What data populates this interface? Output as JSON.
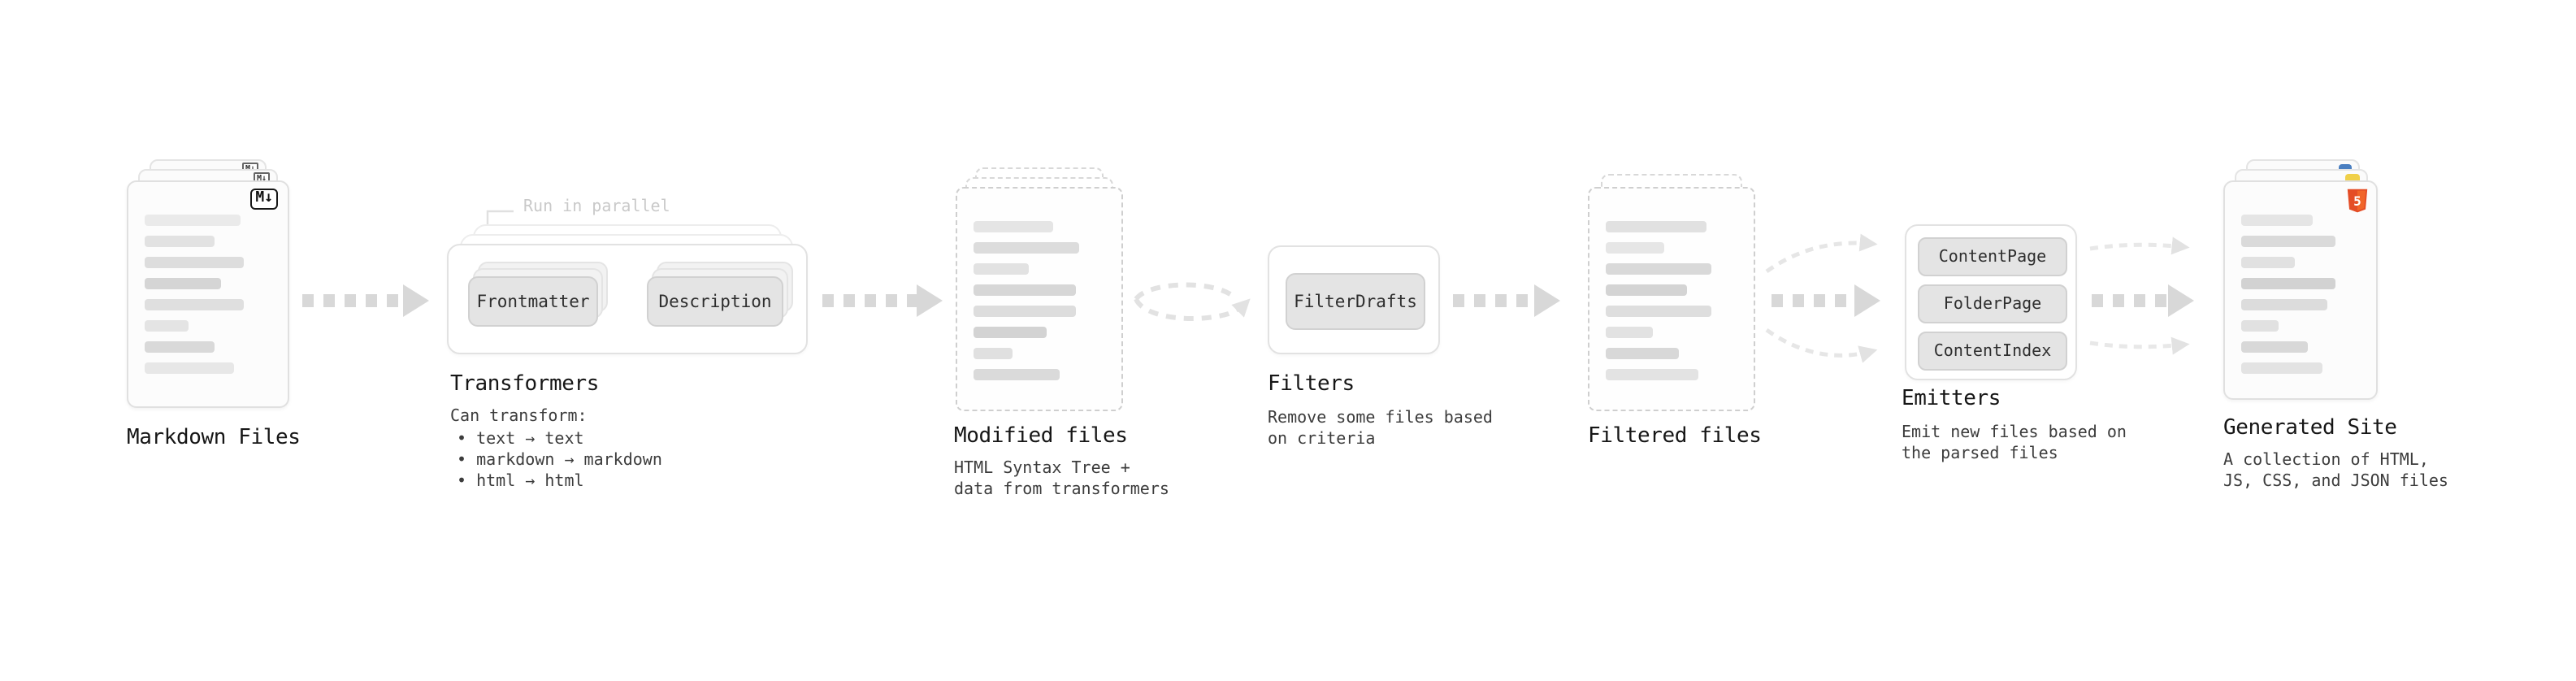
{
  "markdown_files": {
    "label": "Markdown Files",
    "badge": "M↓"
  },
  "transformers": {
    "label": "Transformers",
    "annotation": "Run in parallel",
    "node1": "Frontmatter",
    "node2": "Description",
    "desc_title": "Can transform:",
    "bullets": [
      "• text → text",
      "• markdown → markdown",
      "• html → html"
    ]
  },
  "modified_files": {
    "label": "Modified files",
    "desc": "HTML Syntax Tree +\ndata from transformers"
  },
  "filters": {
    "label": "Filters",
    "node1": "FilterDrafts",
    "desc": "Remove some files based\non criteria"
  },
  "filtered_files": {
    "label": "Filtered files"
  },
  "emitters": {
    "label": "Emitters",
    "node1": "ContentPage",
    "node2": "FolderPage",
    "node3": "ContentIndex",
    "desc": "Emit new files based on\nthe parsed files"
  },
  "generated_site": {
    "label": "Generated Site",
    "html5_badge": "5",
    "desc": "A collection of HTML,\nJS, CSS, and JSON files"
  },
  "colors": {
    "arrow": "#d8d8d8",
    "arrow_light": "#e6e6e6",
    "html5_orange": "#e44d26",
    "js_yellow": "#f0d049",
    "css_blue": "#4a7fc1"
  }
}
